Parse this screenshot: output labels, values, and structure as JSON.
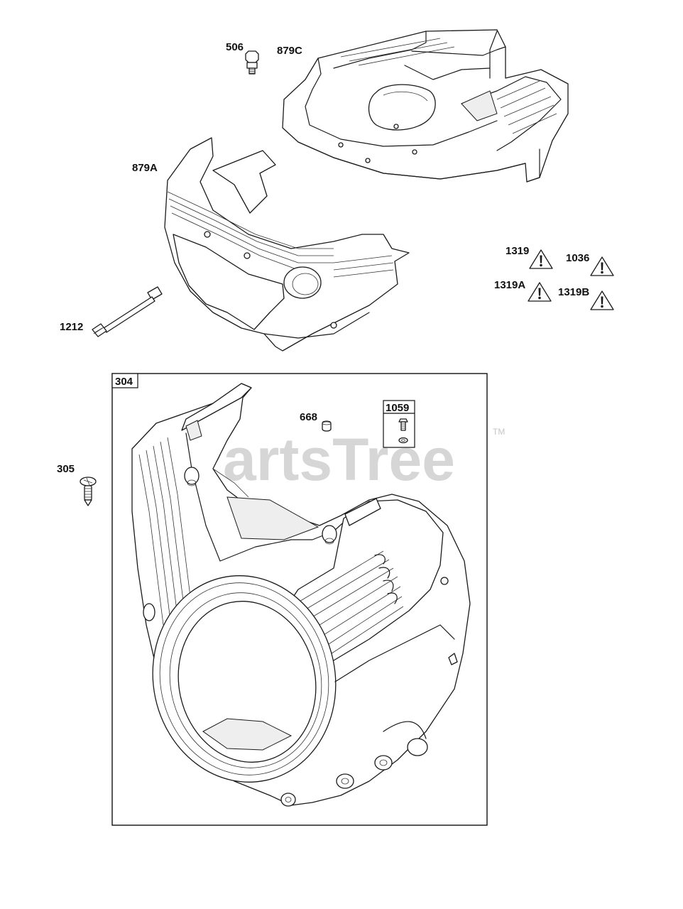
{
  "callouts": {
    "p506": "506",
    "p879c": "879C",
    "p879a": "879A",
    "p1212": "1212",
    "p1319": "1319",
    "p1036": "1036",
    "p1319a": "1319A",
    "p1319b": "1319B",
    "p304": "304",
    "p668": "668",
    "p1059": "1059",
    "p305": "305"
  },
  "watermark": {
    "text": "PartsTree",
    "tm": "TM"
  },
  "icons": {
    "warning": "warning-triangle-icon"
  }
}
